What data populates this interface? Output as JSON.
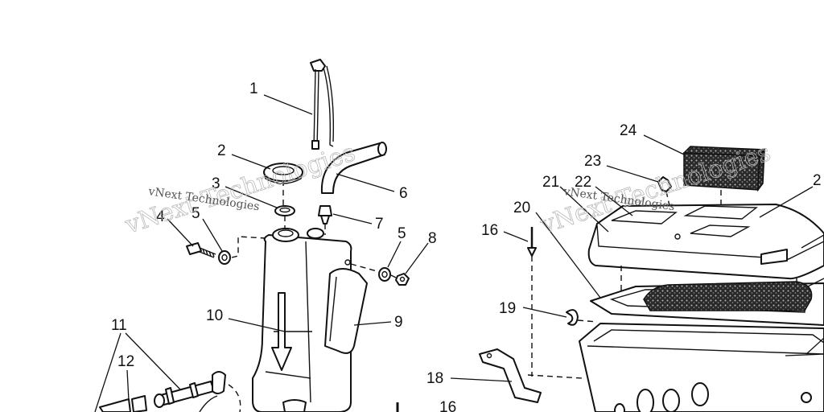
{
  "callouts": [
    "1",
    "2",
    "3",
    "4",
    "5",
    "6",
    "7",
    "5",
    "8",
    "9",
    "10",
    "11",
    "12",
    "16",
    "19",
    "18",
    "20",
    "21",
    "22",
    "23",
    "24",
    "2",
    "16"
  ],
  "watermark": {
    "big": "vNext Technologies",
    "small": "vNext Technologies"
  }
}
